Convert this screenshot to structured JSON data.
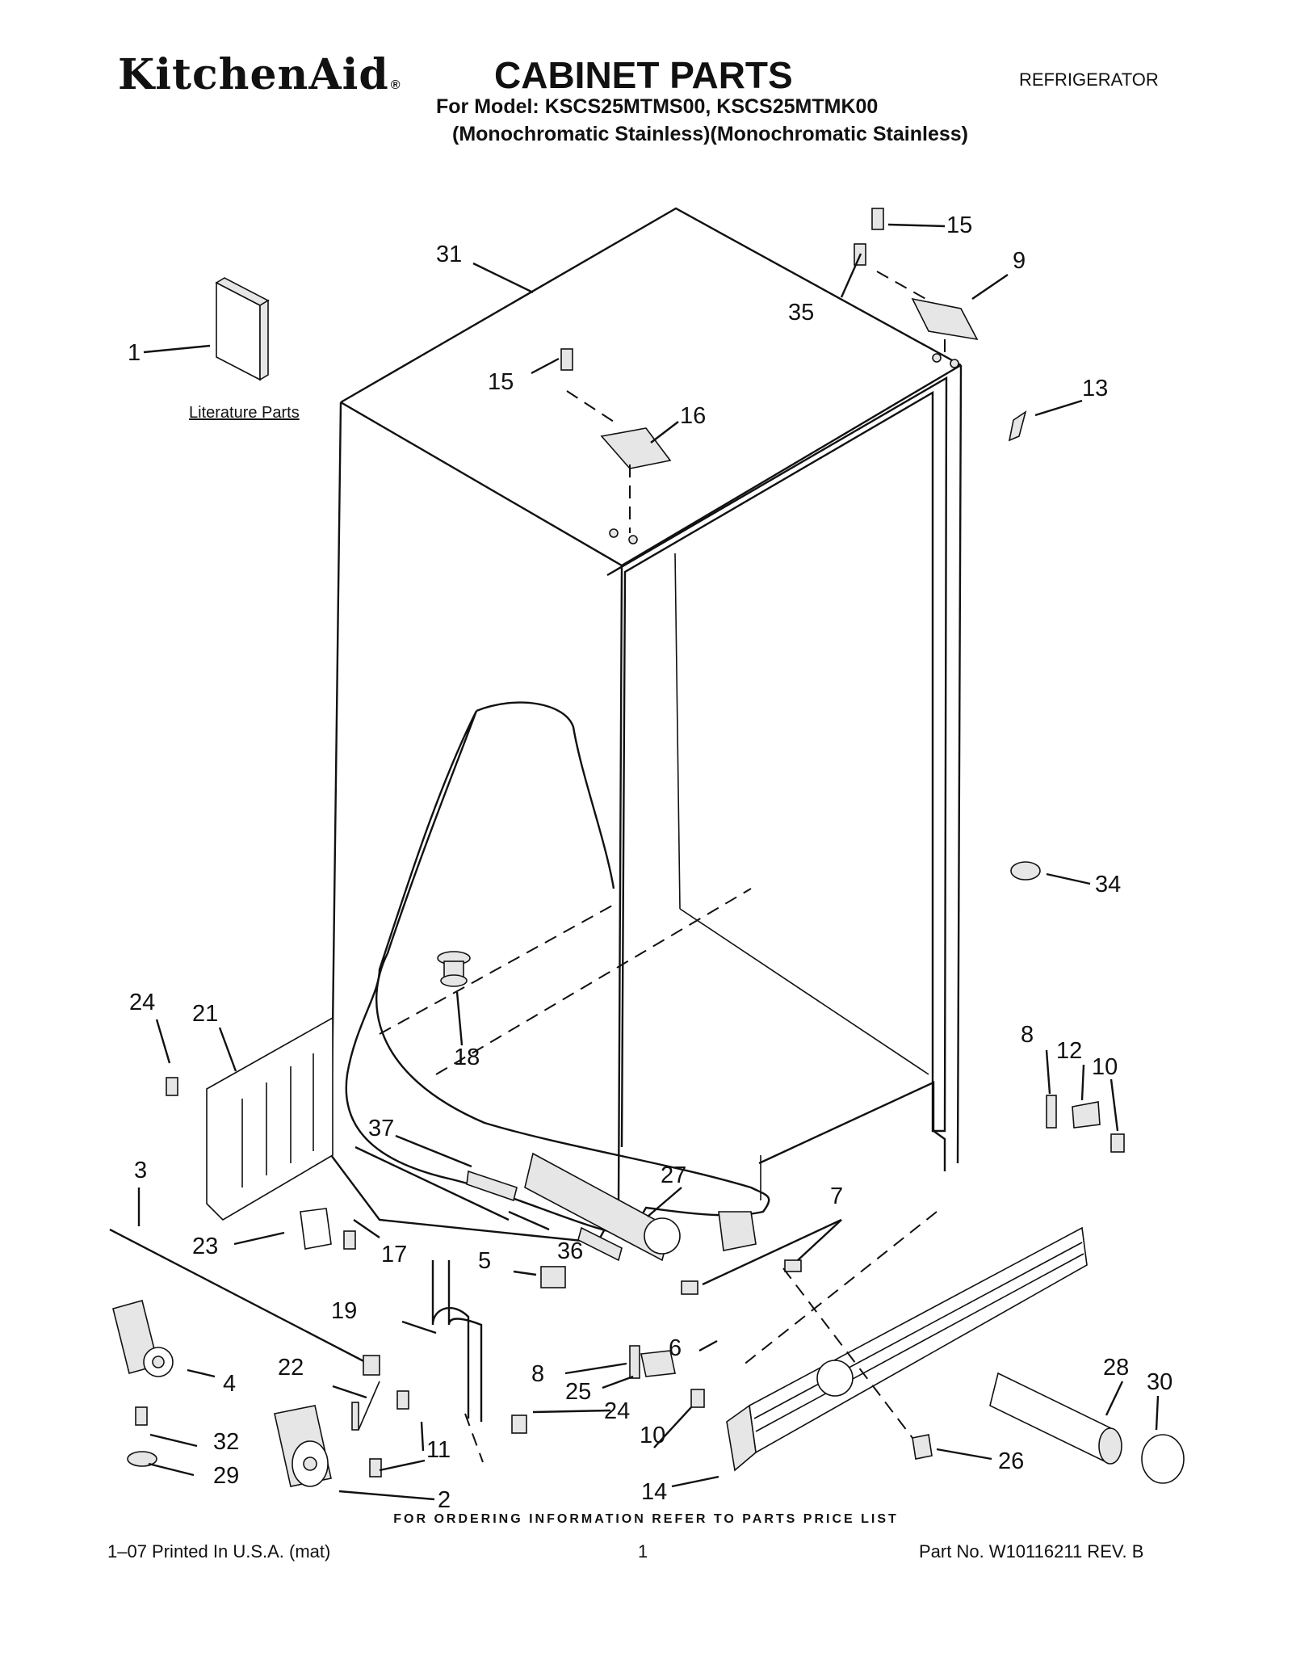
{
  "header": {
    "brand": "KitchenAid",
    "brand_mark": "®",
    "title": "CABINET PARTS",
    "category": "REFRIGERATOR",
    "model_line": "For Model: KSCS25MTMS00, KSCS25MTMK00",
    "model_desc": "(Monochromatic Stainless)(Monochromatic Stainless)"
  },
  "diagram": {
    "literature_label": "Literature Parts",
    "callouts": [
      "1",
      "2",
      "3",
      "4",
      "5",
      "6",
      "7",
      "8",
      "8",
      "9",
      "10",
      "10",
      "11",
      "12",
      "13",
      "14",
      "15",
      "15",
      "16",
      "17",
      "18",
      "19",
      "21",
      "22",
      "23",
      "24",
      "24",
      "25",
      "26",
      "27",
      "28",
      "29",
      "30",
      "31",
      "32",
      "34",
      "35",
      "36",
      "37"
    ]
  },
  "footer": {
    "ordering_note": "FOR ORDERING INFORMATION REFER TO PARTS PRICE LIST",
    "printed": "1–07 Printed In U.S.A. (mat)",
    "page": "1",
    "part_no": "Part No. W10116211 REV. B"
  }
}
